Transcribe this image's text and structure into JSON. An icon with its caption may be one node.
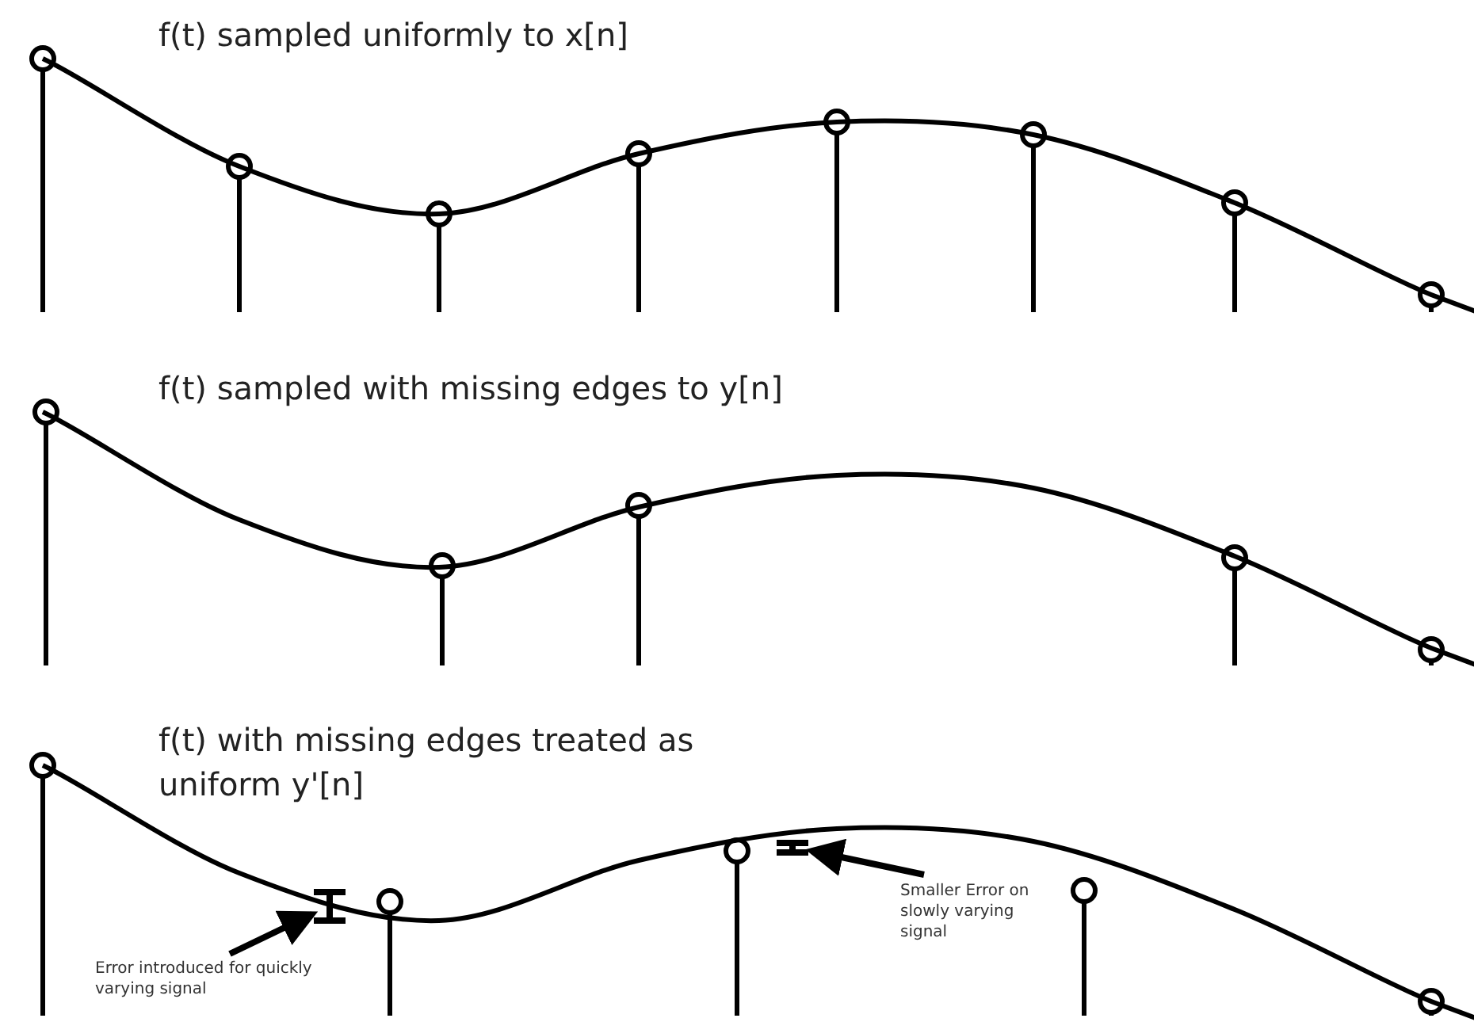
{
  "diagram": {
    "nodes": [
      {
        "text": [
          "Error introduced for quickly varying signal"
        ]
      },
      {
        "text": [],
        "shape": "bar"
      },
      {
        "text": [
          "Smaller Error on slowly varying signal"
        ]
      },
      {
        "text": [],
        "shape": "bar"
      }
    ],
    "edges": [
      {
        "from": 0,
        "to": 1,
        "arrow": "to"
      },
      {
        "from": 2,
        "to": 3,
        "arrow": "to"
      }
    ],
    "labels": [
      "f(t) sampled uniformly to x[n]",
      "f(t) sampled with missing edges to y[n]",
      "f(t) with missing edges treated as uniform y'[n]"
    ]
  }
}
